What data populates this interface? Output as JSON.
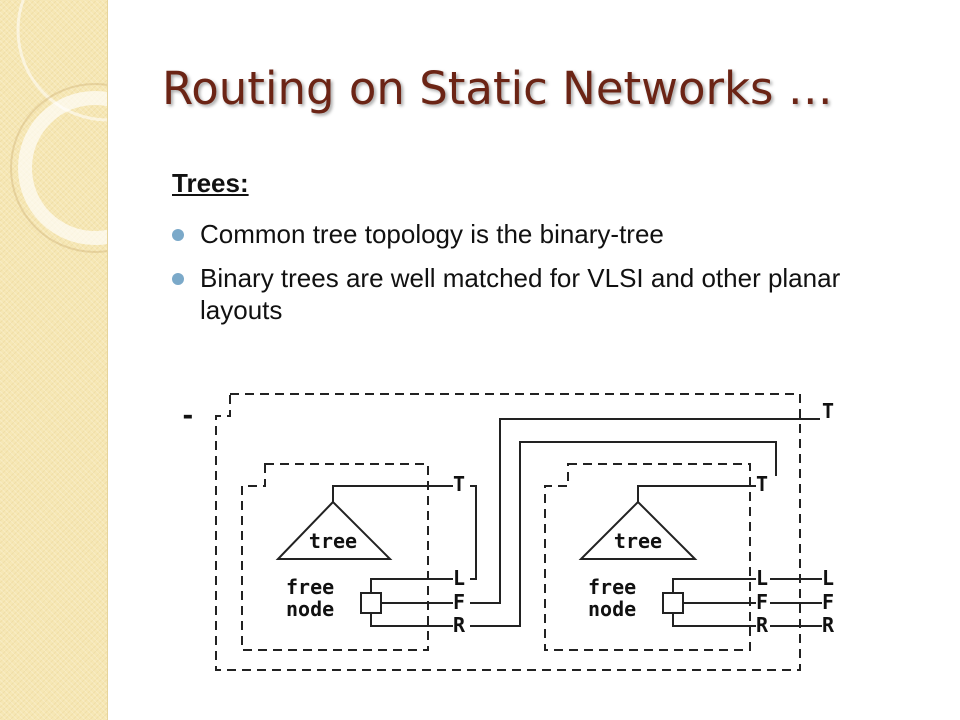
{
  "slide": {
    "title": "Routing on Static Networks …",
    "subheading": "Trees:",
    "bullets": [
      "Common tree topology is the binary-tree",
      "Binary trees are well matched for VLSI and other planar layouts"
    ]
  },
  "diagram": {
    "outer_marker": "-",
    "top_terminal": "T",
    "left_subtree": {
      "tree_label": "tree",
      "free_node_line1": "free",
      "free_node_line2": "node",
      "terminals": [
        "T",
        "L",
        "F",
        "R"
      ]
    },
    "right_subtree": {
      "tree_label": "tree",
      "free_node_line1": "free",
      "free_node_line2": "node",
      "terminals": [
        "T",
        "L",
        "F",
        "R"
      ]
    },
    "outer_right_terminals": [
      "L",
      "F",
      "R"
    ]
  },
  "colors": {
    "title": "#6b2415",
    "bullet": "#7ba9c9",
    "strip": "#f6e7b4"
  }
}
